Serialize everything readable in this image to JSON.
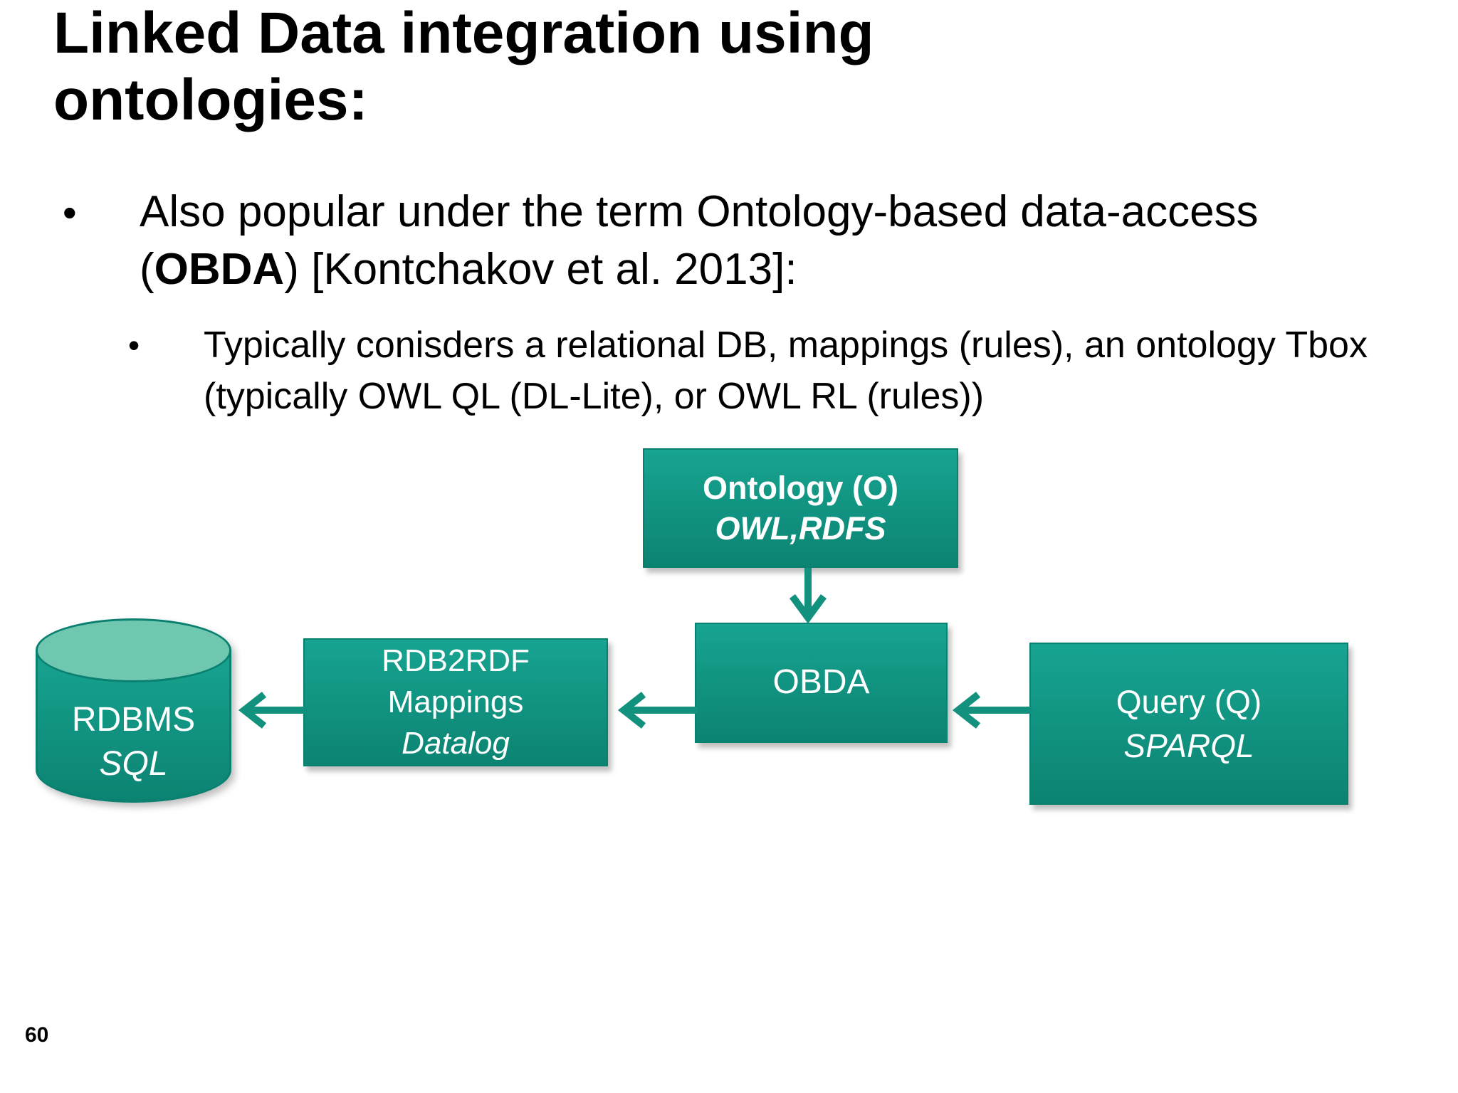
{
  "slide": {
    "title": "Linked Data integration using ontologies:",
    "page_number": "60",
    "background": "#FFFFFF"
  },
  "bullets": {
    "marker": "•",
    "item1": {
      "text_before_bold": "Also popular under the term Ontology-based data-access (",
      "bold_text": "OBDA",
      "text_after_bold": ") [Kontchakov et al. 2013]:"
    },
    "item2": {
      "text": "Typically conisders a relational DB, mappings (rules), an ontology Tbox (typically OWL QL (DL-Lite), or OWL RL (rules))"
    }
  },
  "diagram": {
    "ontology_box": {
      "line1": "Ontology (O)",
      "line2": "OWL,RDFS"
    },
    "obda_box": {
      "line1": "OBDA"
    },
    "query_box": {
      "line1": "Query (Q)",
      "line2": "SPARQL"
    },
    "mappings_box": {
      "line1": "RDB2RDF",
      "line2": "Mappings",
      "line3": "Datalog"
    },
    "rdbms_cylinder": {
      "line1": "RDBMS",
      "line2": "SQL"
    },
    "colors": {
      "node_fill_top": "#17A491",
      "node_fill_bottom": "#0C8372",
      "node_border": "#0A8170",
      "cylinder_lid": "#6FC7B0",
      "arrow": "#12917E",
      "node_text": "#FFFFFF"
    }
  }
}
